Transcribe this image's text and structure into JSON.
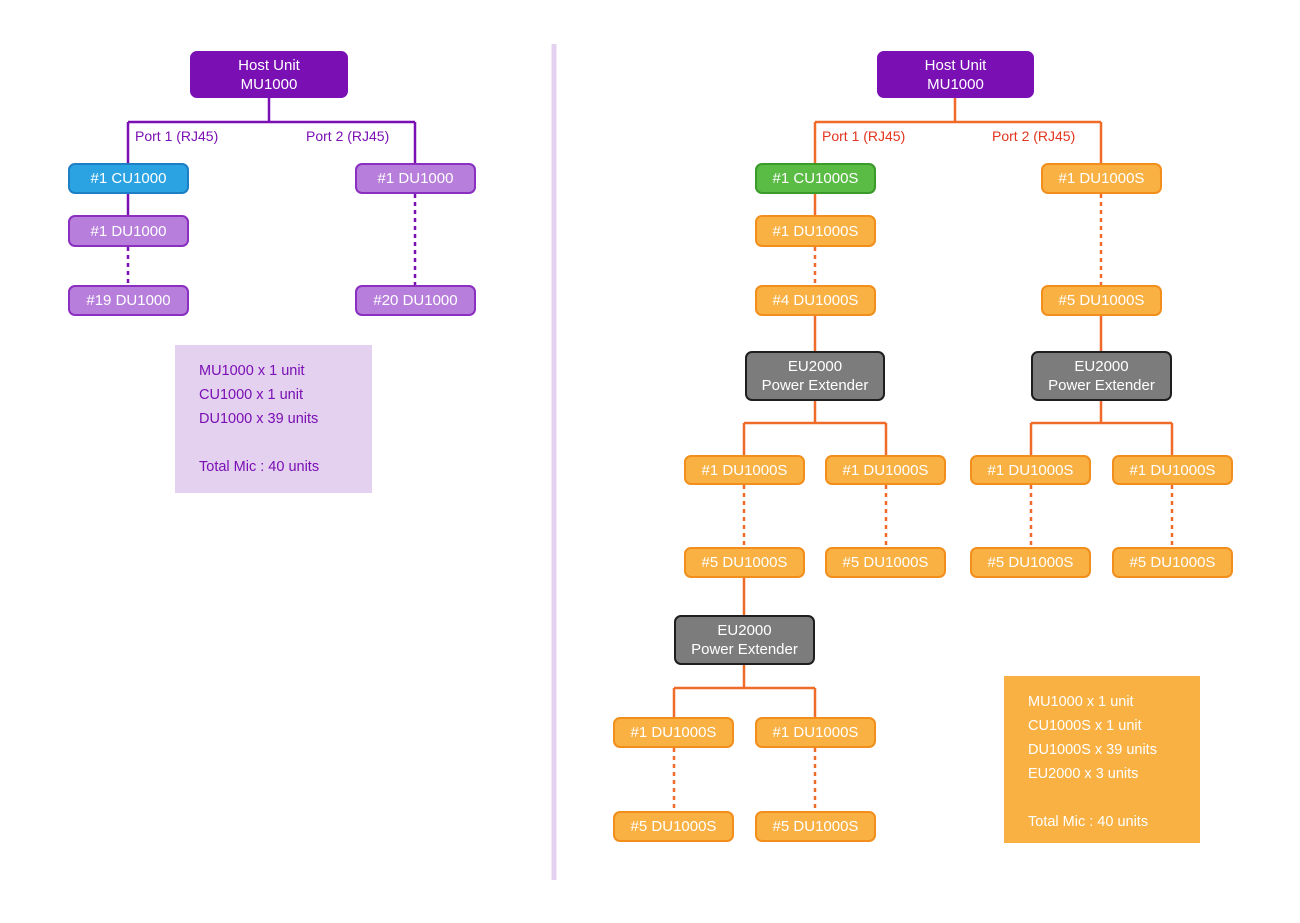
{
  "left": {
    "host": {
      "line1": "Host Unit",
      "line2": "MU1000"
    },
    "port1": "Port 1 (RJ45)",
    "port2": "Port 2 (RJ45)",
    "nodes": {
      "cu": "#1 CU1000",
      "du_a1": "#1 DU1000",
      "du_a19": "#19 DU1000",
      "du_b1": "#1 DU1000",
      "du_b20": "#20 DU1000"
    },
    "summary": {
      "lines": [
        "MU1000 x 1 unit",
        "CU1000 x 1 unit",
        "DU1000 x 39 units"
      ],
      "total": "Total Mic : 40 units"
    }
  },
  "right": {
    "host": {
      "line1": "Host Unit",
      "line2": "MU1000"
    },
    "port1": "Port 1 (RJ45)",
    "port2": "Port 2 (RJ45)",
    "nodes": {
      "cu": "#1 CU1000S",
      "p1_du1": "#1 DU1000S",
      "p1_du4": "#4 DU1000S",
      "p2_du1": "#1 DU1000S",
      "p2_du5": "#5 DU1000S",
      "e1_a1": "#1 DU1000S",
      "e1_a5": "#5 DU1000S",
      "e1_b1": "#1 DU1000S",
      "e1_b5": "#5 DU1000S",
      "e2_a1": "#1 DU1000S",
      "e2_a5": "#5 DU1000S",
      "e2_b1": "#1 DU1000S",
      "e2_b5": "#5 DU1000S",
      "e3_a1": "#1 DU1000S",
      "e3_a5": "#5 DU1000S",
      "e3_b1": "#1 DU1000S",
      "e3_b5": "#5 DU1000S"
    },
    "extender": {
      "line1": "EU2000",
      "line2": "Power Extender"
    },
    "summary": {
      "lines": [
        "MU1000 x 1 unit",
        "CU1000S x 1 unit",
        "DU1000S x 39 units",
        "EU2000 x 3 units"
      ],
      "total": "Total Mic : 40 units"
    }
  },
  "colors": {
    "purple": "#7a0fb4",
    "light_purple": "#b77fdb",
    "cyan": "#2ba3e3",
    "green": "#5abb45",
    "orange": "#f9b144",
    "orange_border": "#f28f1c",
    "line_orange": "#f06b2a",
    "gray": "#7c7c7c",
    "divider": "#e4d0ef"
  }
}
